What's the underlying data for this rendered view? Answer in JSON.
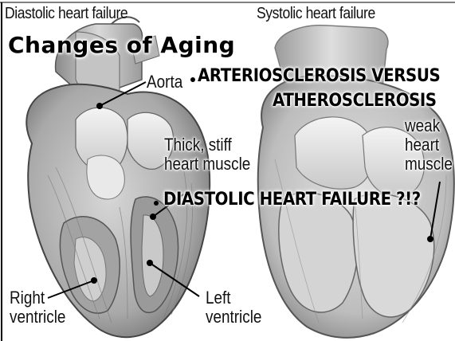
{
  "slide": {
    "title": "Changes of Aging",
    "bullets": [
      {
        "line1": "ARTERIOSCLEROSIS VERSUS",
        "line2": "ATHEROSCLEROSIS"
      },
      {
        "line1": "DIASTOLIC HEART FAILURE ?!?"
      }
    ]
  },
  "figure": {
    "caption_left": "Diastolic heart failure",
    "caption_right": "Systolic heart failure",
    "labels": {
      "aorta": "Aorta",
      "thick_line1": "Thick, stiff",
      "thick_line2": "heart muscle",
      "weak_line1": "weak",
      "weak_line2": "heart",
      "weak_line3": "muscle",
      "right_v_line1": "Right",
      "right_v_line2": "ventricle",
      "left_v_line1": "Left",
      "left_v_line2": "ventricle"
    }
  }
}
